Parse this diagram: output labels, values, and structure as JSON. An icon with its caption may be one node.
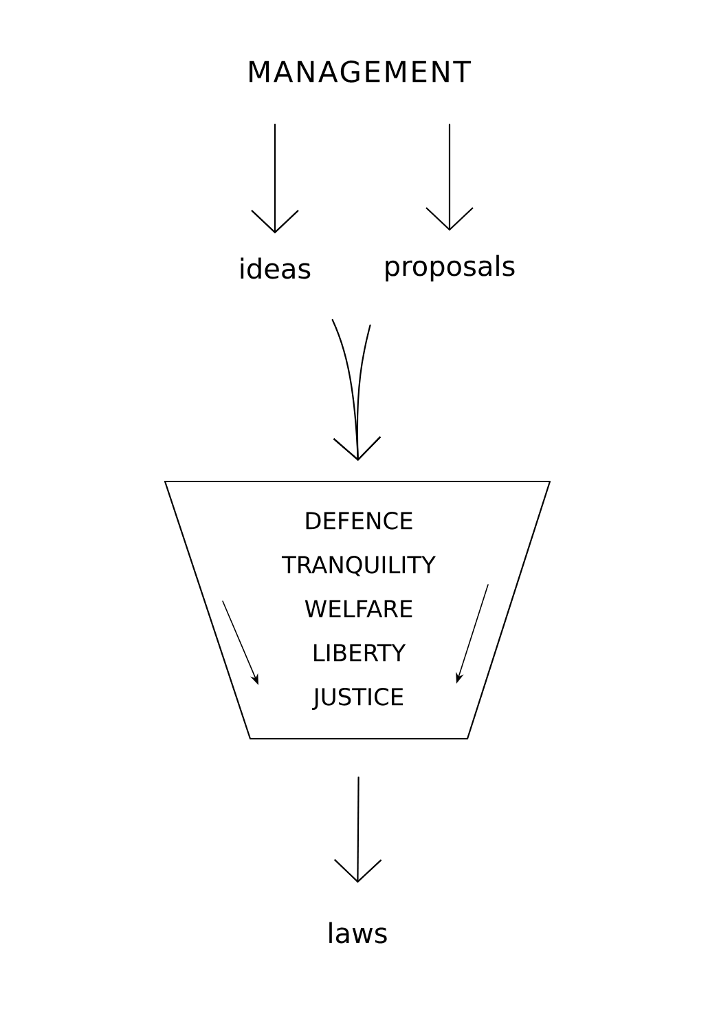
{
  "diagram": {
    "nodes": [
      {
        "text": [
          "MANAGEMENT"
        ]
      },
      {
        "text": [
          "ideas"
        ]
      },
      {
        "text": [
          "proposals"
        ]
      },
      {
        "text": [
          "DEFENCE",
          "TRANQUILITY",
          "WELFARE",
          "LIBERTY",
          "JUSTICE"
        ]
      },
      {
        "text": [
          "laws"
        ]
      }
    ],
    "edges": [
      {
        "from": 0,
        "to": 1,
        "arrow": "to"
      },
      {
        "from": 0,
        "to": 2,
        "arrow": "to"
      },
      {
        "from": 1,
        "to": 3,
        "arrow": "to"
      },
      {
        "from": 2,
        "to": 3,
        "arrow": "to"
      },
      {
        "from": 3,
        "to": 4,
        "arrow": "to"
      }
    ]
  }
}
